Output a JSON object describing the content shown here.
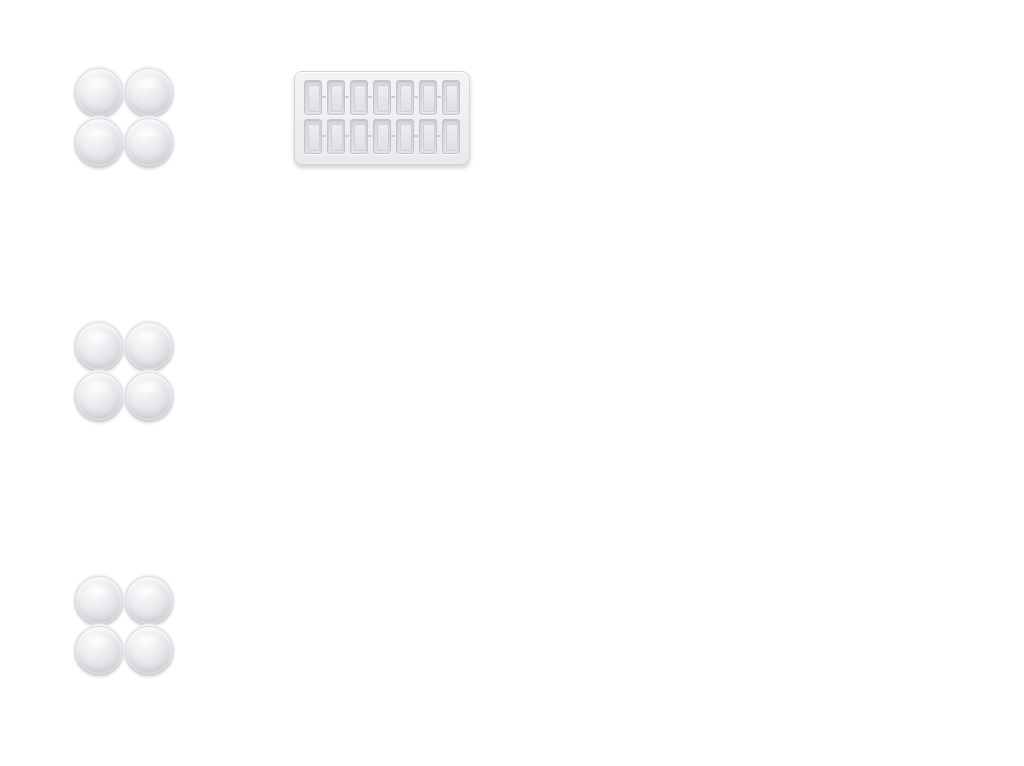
{
  "scene": {
    "background_color": "#ffffff",
    "tray_color": "#e9eaed",
    "cup_trays": [
      {
        "name": "cup-tray-top",
        "cups": 4
      },
      {
        "name": "cup-tray-middle",
        "cups": 4
      },
      {
        "name": "cup-tray-bottom",
        "cups": 4
      }
    ],
    "ice_tray": {
      "rows": 2,
      "columns": 7
    }
  }
}
